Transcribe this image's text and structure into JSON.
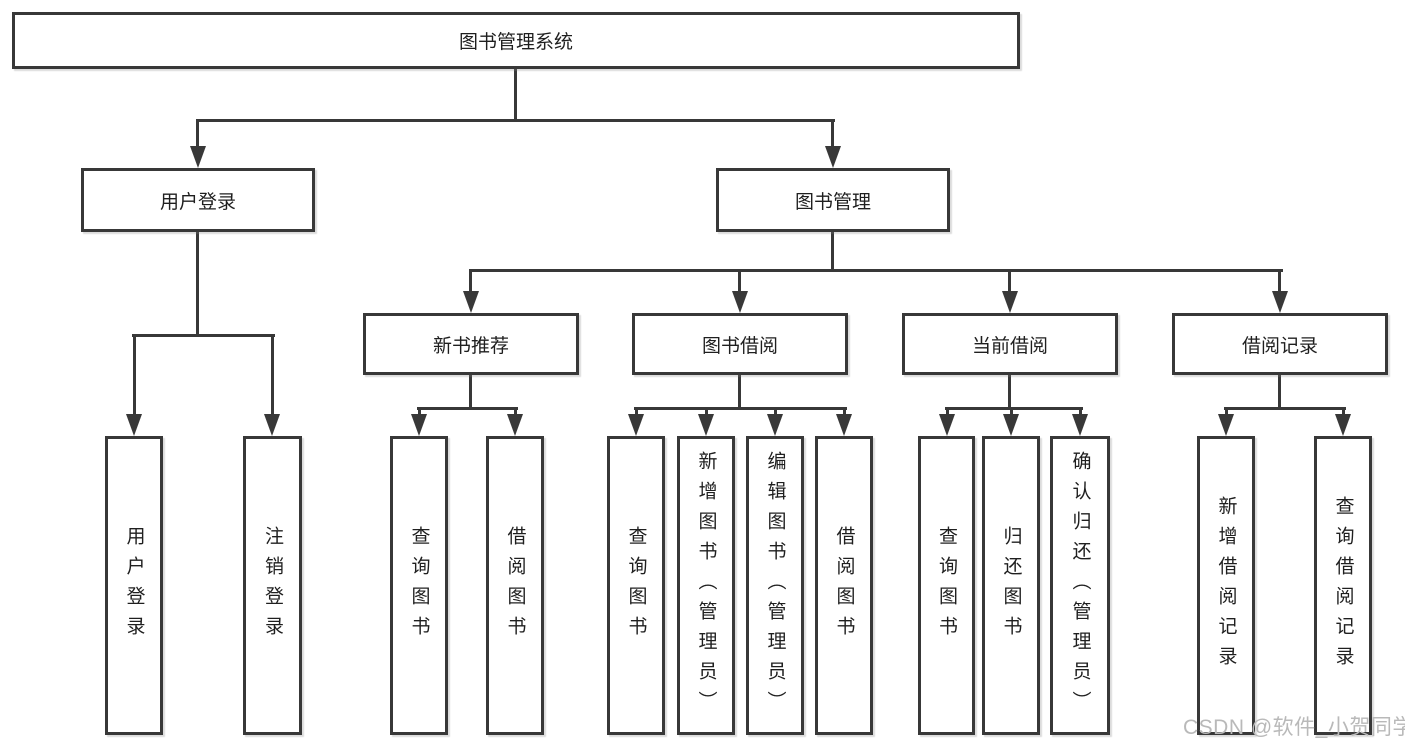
{
  "diagram": {
    "type": "hierarchy-tree",
    "title": "图书管理系统",
    "watermark": "CSDN @软件_小贺同学",
    "colors": {
      "line": "#383838",
      "text": "#1f1f1f",
      "background": "#ffffff",
      "watermark": "#b9b9b9"
    },
    "nodes": {
      "root": {
        "label": "图书管理系统"
      },
      "level2": [
        {
          "label": "用户登录",
          "parent": "图书管理系统"
        },
        {
          "label": "图书管理",
          "parent": "图书管理系统"
        }
      ],
      "level3": [
        {
          "label": "新书推荐",
          "parent": "图书管理"
        },
        {
          "label": "图书借阅",
          "parent": "图书管理"
        },
        {
          "label": "当前借阅",
          "parent": "图书管理"
        },
        {
          "label": "借阅记录",
          "parent": "图书管理"
        }
      ],
      "leaves": [
        {
          "label": "用户登录",
          "parent": "用户登录"
        },
        {
          "label": "注销登录",
          "parent": "用户登录"
        },
        {
          "label": "查询图书",
          "parent": "新书推荐"
        },
        {
          "label": "借阅图书",
          "parent": "新书推荐"
        },
        {
          "label": "查询图书",
          "parent": "图书借阅"
        },
        {
          "label": "新增图书（管理员）",
          "parent": "图书借阅"
        },
        {
          "label": "编辑图书（管理员）",
          "parent": "图书借阅"
        },
        {
          "label": "借阅图书",
          "parent": "图书借阅"
        },
        {
          "label": "查询图书",
          "parent": "当前借阅"
        },
        {
          "label": "归还图书",
          "parent": "当前借阅"
        },
        {
          "label": "确认归还（管理员）",
          "parent": "当前借阅"
        },
        {
          "label": "新增借阅记录",
          "parent": "借阅记录"
        },
        {
          "label": "查询借阅记录",
          "parent": "借阅记录"
        }
      ]
    }
  }
}
